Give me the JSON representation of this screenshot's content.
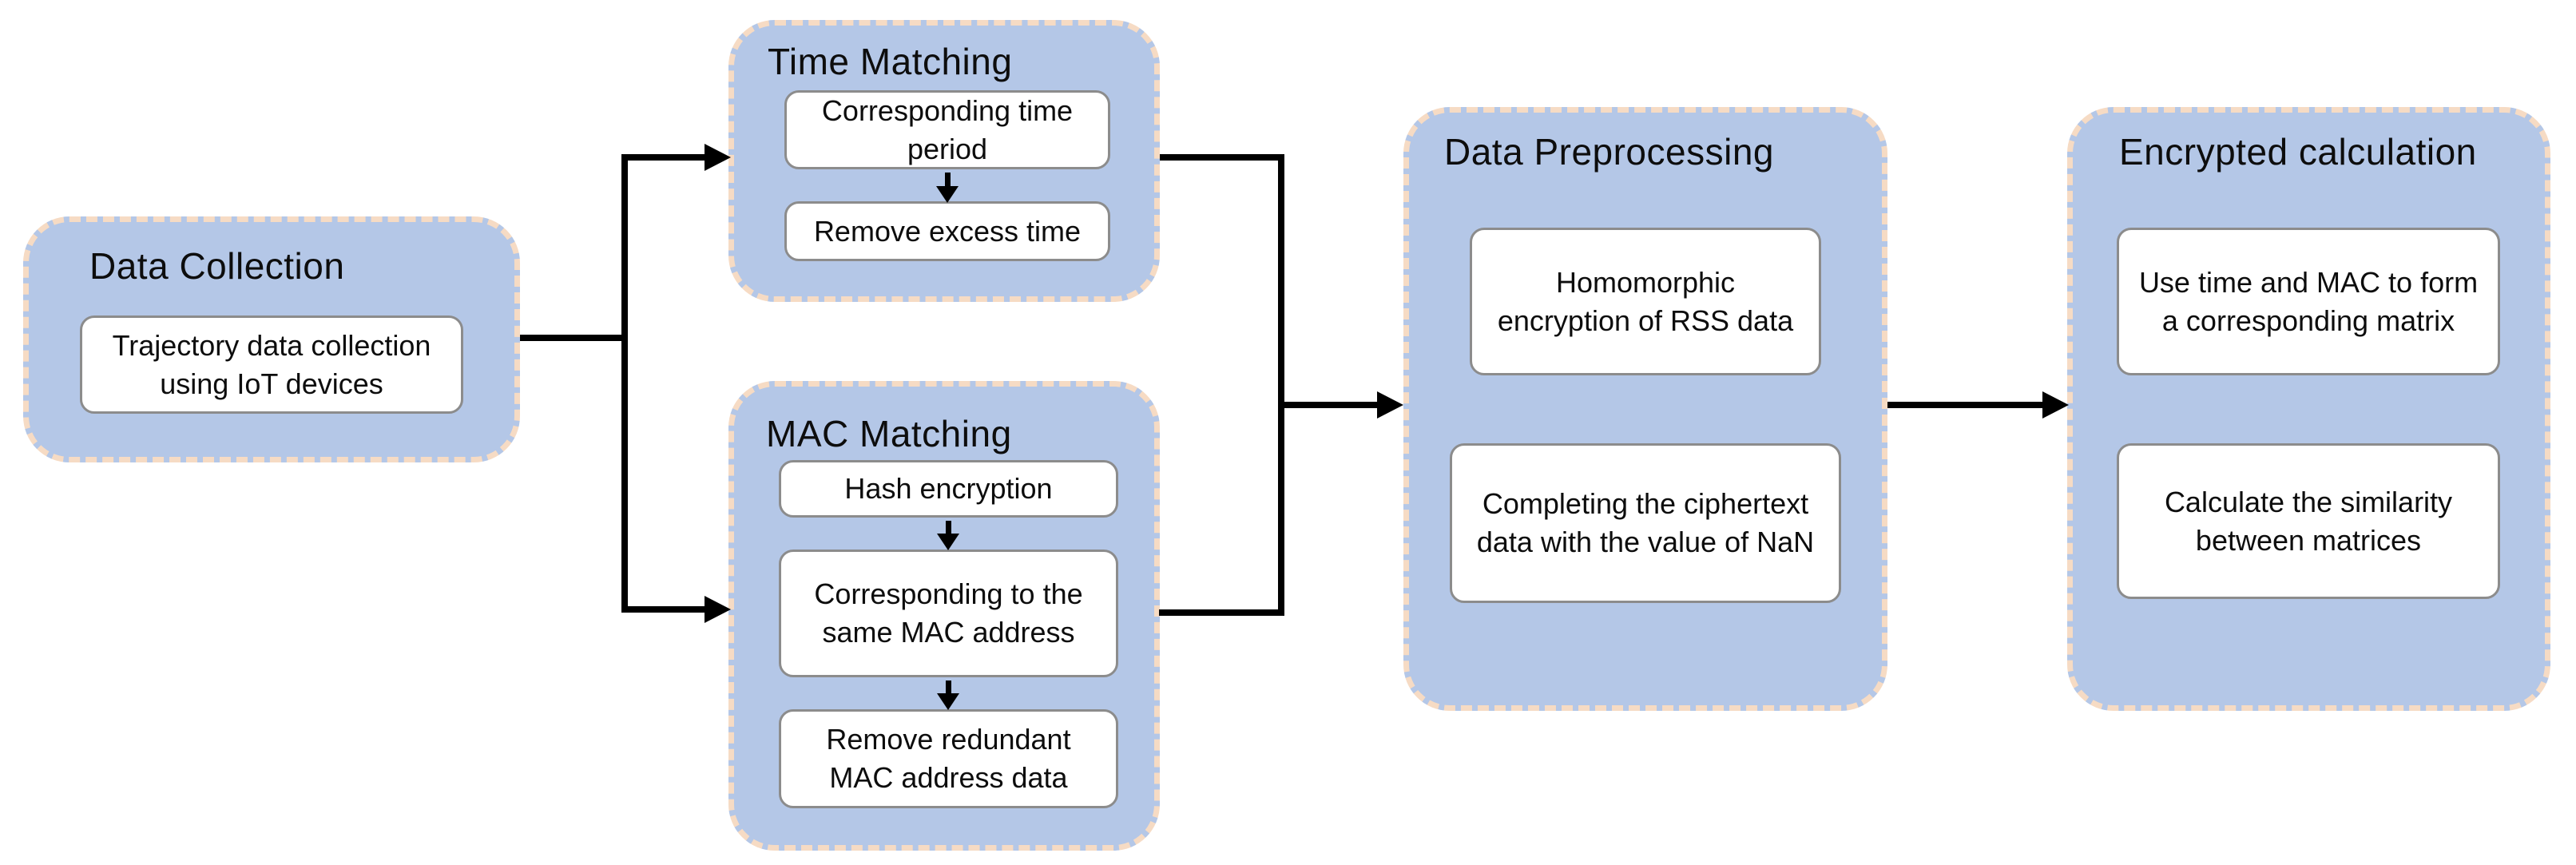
{
  "colors": {
    "node_fill": "#b4c7e7",
    "node_border": "#f6dbc4",
    "step_fill": "#ffffff",
    "step_border": "#8c8c8c",
    "arrow": "#000000",
    "text": "#0d0d0d"
  },
  "groups": [
    {
      "title": "Data Collection",
      "steps": [
        "Trajectory data collection using IoT devices"
      ]
    },
    {
      "title": "Time Matching",
      "steps": [
        "Corresponding time period",
        "Remove excess time"
      ]
    },
    {
      "title": "MAC Matching",
      "steps": [
        "Hash encryption",
        "Corresponding to the same MAC address",
        "Remove redundant MAC address data"
      ]
    },
    {
      "title": "Data Preprocessing",
      "steps": [
        "Homomorphic encryption of RSS data",
        "Completing the ciphertext data with the value of NaN"
      ]
    },
    {
      "title": "Encrypted calculation",
      "steps": [
        "Use time and MAC to form a corresponding matrix",
        "Calculate the similarity between matrices"
      ]
    }
  ]
}
